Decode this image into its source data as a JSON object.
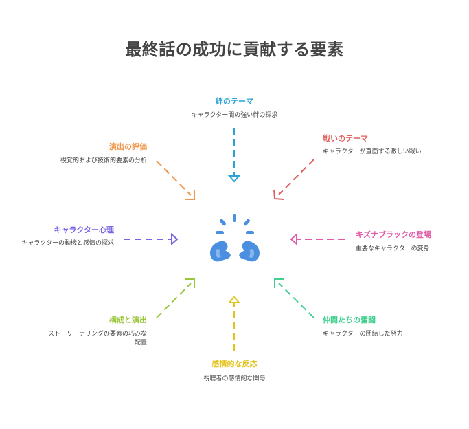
{
  "title": "最終話の成功に貢献する要素",
  "hub_icon": "praying-hands-icon",
  "elements": {
    "bond": {
      "title": "絆のテーマ",
      "desc": "キャラクター間の強い絆の探求",
      "color": "#29a3d6"
    },
    "battle": {
      "title": "戦いのテーマ",
      "desc": "キャラクターが直面する激しい戦い",
      "color": "#e0605e"
    },
    "zigzag": {
      "title": "キズナブラックの登場",
      "desc": "重要なキャラクターの変身",
      "color": "#e05aa8"
    },
    "friends": {
      "title": "仲間たちの奮闘",
      "desc": "キャラクターの団結した努力",
      "color": "#3fcf8e"
    },
    "emotion": {
      "title": "感情的な反応",
      "desc": "視聴者の感情的な関与",
      "color": "#e3c21a"
    },
    "structure": {
      "title": "構成と演出",
      "desc": "ストーリーテリングの要素の巧みな配置",
      "color": "#9ac63c"
    },
    "psychology": {
      "title": "キャラクター心理",
      "desc": "キャラクターの動機と感情の探求",
      "color": "#7a63e0"
    },
    "direction": {
      "title": "演出の評価",
      "desc": "視覚的および技術的要素の分析",
      "color": "#f0964a"
    }
  }
}
